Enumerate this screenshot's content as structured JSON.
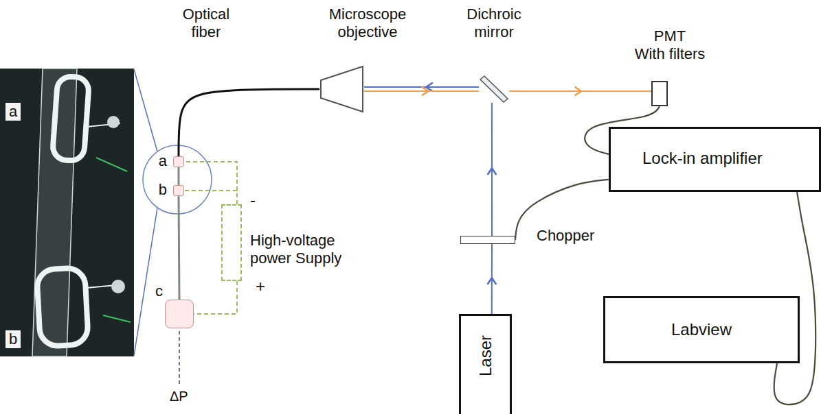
{
  "diagram": {
    "nodes": [
      {
        "text": [
          "Microscope objective"
        ]
      },
      {
        "text": [
          "Dichroic mirror"
        ]
      },
      {
        "text": [
          "PMT",
          "With filters"
        ]
      },
      {
        "text": [
          "Lock-in amplifier"
        ]
      },
      {
        "text": [
          "a"
        ]
      },
      {
        "text": [
          "b"
        ]
      },
      {
        "text": [
          "High-voltage power Supply"
        ]
      },
      {
        "text": [
          "Chopper"
        ]
      },
      {
        "text": [
          "c"
        ]
      },
      {
        "text": [
          "Labview"
        ]
      },
      {
        "text": [
          "Laser"
        ]
      }
    ],
    "edges": [
      {
        "from": 10,
        "to": 7,
        "arrow": "to"
      },
      {
        "from": 7,
        "to": 1,
        "arrow": "to"
      },
      {
        "from": 1,
        "to": 0,
        "arrow": "to"
      },
      {
        "from": 0,
        "to": 1,
        "arrow": "to"
      },
      {
        "from": 1,
        "to": 2,
        "arrow": "to"
      },
      {
        "from": 2,
        "to": 3,
        "arrow": "none"
      },
      {
        "from": 7,
        "to": 3,
        "arrow": "none"
      },
      {
        "from": 3,
        "to": 9,
        "arrow": "none"
      },
      {
        "from": 6,
        "to": 4,
        "arrow": "none"
      },
      {
        "from": 6,
        "to": 5,
        "arrow": "none"
      },
      {
        "from": 6,
        "to": 8,
        "arrow": "none"
      },
      {
        "from": 0,
        "to": 4,
        "arrow": "none"
      },
      {
        "from": 4,
        "to": 5,
        "arrow": "none"
      },
      {
        "from": 5,
        "to": 8,
        "arrow": "none"
      }
    ],
    "labels": [
      "Optical fiber",
      "a",
      "b",
      "-",
      "+",
      "ΔP"
    ]
  }
}
